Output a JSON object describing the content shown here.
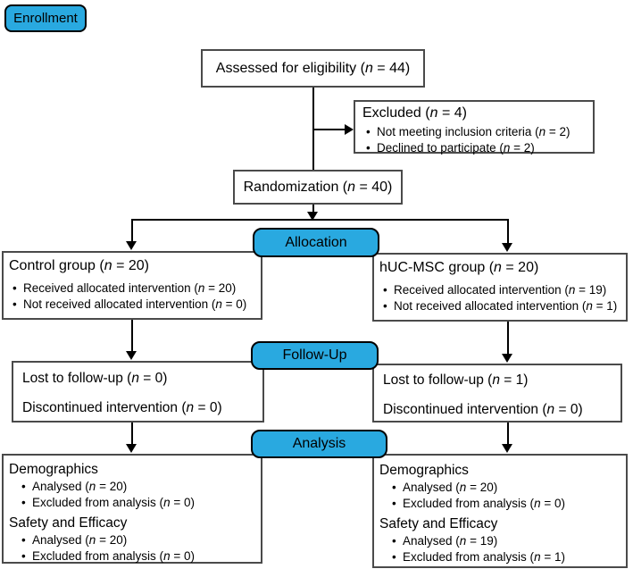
{
  "colors": {
    "badge_blue": "#29a9e0"
  },
  "badges": {
    "enrollment": "Enrollment",
    "allocation": "Allocation",
    "followup": "Follow-Up",
    "analysis": "Analysis"
  },
  "boxes": {
    "eligibility": {
      "text": "Assessed for eligibility (n = 44)"
    },
    "excluded": {
      "title": "Excluded (n = 4)",
      "bullets": [
        "Not meeting inclusion criteria (n = 2)",
        "Declined to participate (n = 2)"
      ]
    },
    "randomization": {
      "text": "Randomization (n = 40)"
    },
    "control": {
      "title": "Control group (n = 20)",
      "bullets": [
        "Received allocated intervention (n = 20)",
        "Not received allocated intervention (n = 0)"
      ]
    },
    "huc": {
      "title": "hUC-MSC group (n = 20)",
      "bullets": [
        "Received allocated intervention (n = 19)",
        "Not received allocated intervention (n = 1)"
      ]
    },
    "followup_left": {
      "lines": [
        "Lost to follow-up (n = 0)",
        "Discontinued intervention (n = 0)"
      ]
    },
    "followup_right": {
      "lines": [
        "Lost to follow-up (n = 1)",
        "Discontinued intervention (n = 0)"
      ]
    },
    "analysis_left": {
      "sections": [
        {
          "title": "Demographics",
          "bullets": [
            "Analysed (n = 20)",
            "Excluded from analysis (n = 0)"
          ]
        },
        {
          "title": "Safety and Efficacy",
          "bullets": [
            "Analysed (n = 20)",
            "Excluded from analysis (n = 0)"
          ]
        }
      ]
    },
    "analysis_right": {
      "sections": [
        {
          "title": "Demographics",
          "bullets": [
            "Analysed (n = 20)",
            "Excluded from analysis (n = 0)"
          ]
        },
        {
          "title": "Safety and Efficacy",
          "bullets": [
            "Analysed (n = 19)",
            "Excluded from analysis (n = 1)"
          ]
        }
      ]
    }
  }
}
